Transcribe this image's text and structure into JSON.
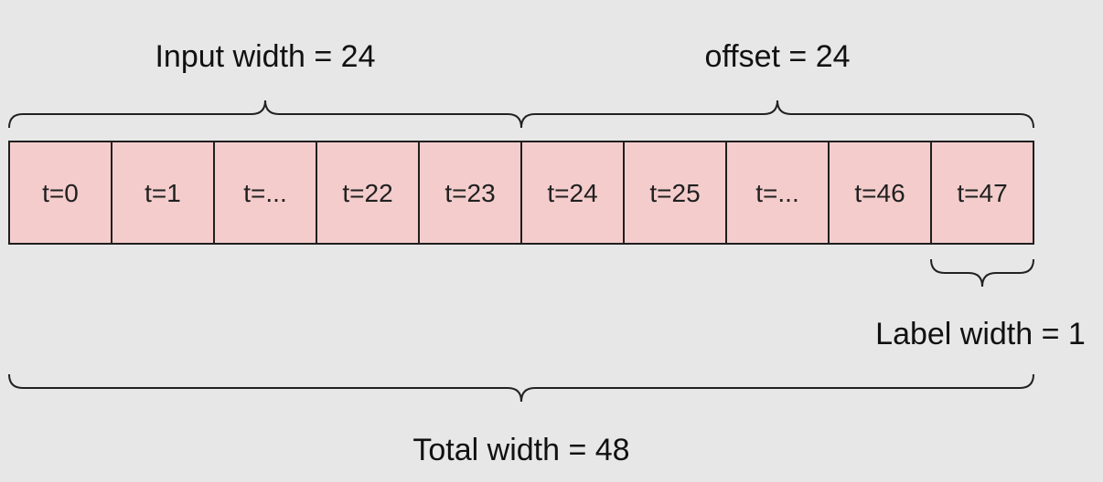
{
  "cells": [
    "t=0",
    "t=1",
    "t=...",
    "t=22",
    "t=23",
    "t=24",
    "t=25",
    "t=...",
    "t=46",
    "t=47"
  ],
  "labels": {
    "input_width": "Input width = 24",
    "offset": "offset = 24",
    "label_width": "Label width = 1",
    "total_width": "Total width = 48"
  },
  "colors": {
    "cell_fill": "#f4cccc",
    "background": "#e7e7e7",
    "stroke": "#1f1f1f"
  }
}
